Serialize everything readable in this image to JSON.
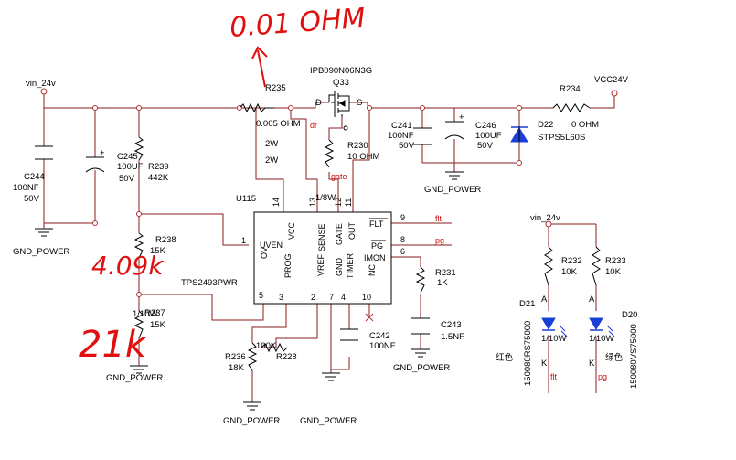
{
  "annotations": {
    "shunt_value": "0.01 OHM",
    "r238_value": "4.09k",
    "r237_value": "21k"
  },
  "nets": {
    "vin": "vin_24v",
    "vcc": "VCC24V",
    "gnd": "GND_POWER",
    "dr": "dr",
    "gate": "gate",
    "flt": "flt",
    "pg": "pg",
    "vin2": "vin_24v"
  },
  "ic": {
    "ref": "U115",
    "part": "TPS2493PWR",
    "pins_left": [
      {
        "num": "1",
        "name": "UVEN"
      },
      {
        "num": "5",
        "name": "OV"
      }
    ],
    "pins_top": [
      {
        "num": "14",
        "name": "VCC"
      },
      {
        "num": "13",
        "name": "SENSE"
      },
      {
        "num": "12",
        "name": "GATE"
      },
      {
        "num": "11",
        "name": "OUT"
      }
    ],
    "pins_right": [
      {
        "num": "9",
        "name": "FLT"
      },
      {
        "num": "8",
        "name": "PG"
      },
      {
        "num": "6",
        "name": "IMON"
      }
    ],
    "pins_bottom": [
      {
        "num": "3",
        "name": "PROG"
      },
      {
        "num": "2",
        "name": "VREF"
      },
      {
        "num": "7",
        "name": "GND"
      },
      {
        "num": "4",
        "name": "TIMER"
      },
      {
        "num": "10",
        "name": "NC"
      }
    ],
    "power_note": "1/8W"
  },
  "components": {
    "r235": {
      "ref": "R235",
      "value": "0.005 OHM",
      "p1": "2W",
      "p2": "2W"
    },
    "q33": {
      "ref": "Q33",
      "part": "IPB090N06N3G",
      "d": "D",
      "s": "S"
    },
    "r230": {
      "ref": "R230",
      "value": "10 OHM"
    },
    "r234": {
      "ref": "R234",
      "value": "0 OHM"
    },
    "c244": {
      "ref": "C244",
      "value": "100NF",
      "volt": "50V"
    },
    "c245": {
      "ref": "C245",
      "value": "100UF",
      "volt": "50V"
    },
    "r239": {
      "ref": "R239",
      "value": "442K"
    },
    "r238": {
      "ref": "R238",
      "value": "15K"
    },
    "r237": {
      "ref": "R237",
      "value": "15K",
      "power": "1/10W"
    },
    "c241": {
      "ref": "C241",
      "value": "100NF",
      "volt": "50V"
    },
    "c246": {
      "ref": "C246",
      "value": "100UF",
      "volt": "50V"
    },
    "d22": {
      "ref": "D22",
      "part": "STPS5L60S"
    },
    "r231": {
      "ref": "R231",
      "value": "1K"
    },
    "c243": {
      "ref": "C243",
      "value": "1.5NF"
    },
    "c242": {
      "ref": "C242",
      "value": "100NF"
    },
    "r236": {
      "ref": "R236",
      "value": "18K"
    },
    "r228": {
      "ref": "R228",
      "value": "100K"
    },
    "r232": {
      "ref": "R232",
      "value": "10K"
    },
    "r233": {
      "ref": "R233",
      "value": "10K"
    },
    "d21": {
      "ref": "D21",
      "part": "150080RS75000",
      "a": "A",
      "k": "K",
      "power": "1/10W",
      "color": "红色"
    },
    "d20": {
      "ref": "D20",
      "part": "150080VS75000",
      "a": "A",
      "k": "K",
      "power": "1/10W",
      "color": "绿色"
    }
  }
}
